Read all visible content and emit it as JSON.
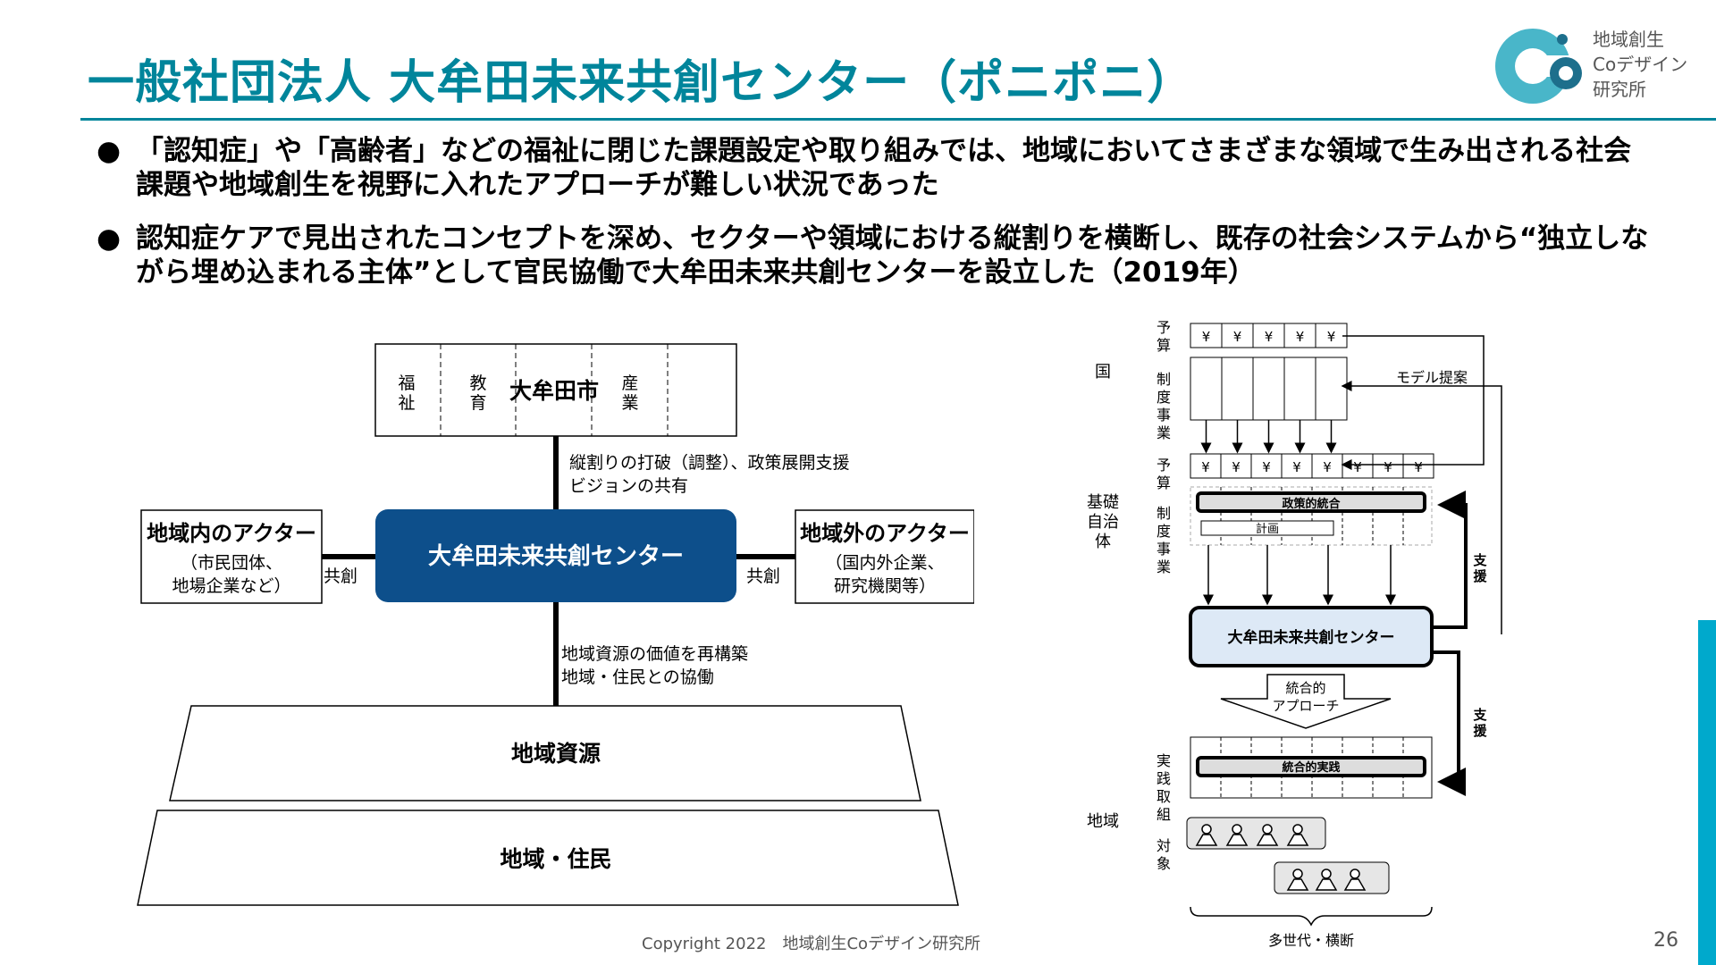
{
  "header": {
    "title": "一般社団法人 大牟田未来共創センター（ポニポニ）",
    "logo_lines": [
      "地域創生",
      "Coデザイン",
      "研究所"
    ]
  },
  "bullets": [
    {
      "lines": [
        "「認知症」や「高齢者」などの福祉に閉じた課題設定や取り組みでは、地域においてさまざまな領域で生み出される社会",
        "課題や地域創生を視野に入れたアプローチが難しい状況であった"
      ]
    },
    {
      "lines": [
        "認知症ケアで見出されたコンセプトを深め、セクターや領域における縦割りを横断し、既存の社会システムから“独立しな",
        "がら埋め込まれる主体”として官民協働で大牟田未来共創センターを設立した（2019年）"
      ]
    }
  ],
  "left_diagram": {
    "city_box": {
      "label": "大牟田市",
      "sectors": [
        "福祉",
        "教育",
        "産業"
      ]
    },
    "top_link": [
      "縦割りの打破（調整）、政策展開支援",
      "ビジョンの共有"
    ],
    "center": "大牟田未来共創センター",
    "left_actor": {
      "title": "地域内のアクター",
      "sub": [
        "（市民団体、",
        "地場企業など）"
      ],
      "link": "共創"
    },
    "right_actor": {
      "title": "地域外のアクター",
      "sub": [
        "（国内外企業、",
        "研究機関等）"
      ],
      "link": "共創"
    },
    "bottom_link": [
      "地域資源の価値を再構築",
      "地域・住民との協働"
    ],
    "resources": "地域資源",
    "residents": "地域・住民"
  },
  "right_diagram": {
    "levels": {
      "country": "国",
      "municipality": [
        "基礎",
        "自治",
        "体"
      ],
      "region": "地域"
    },
    "labels": {
      "budget": [
        "予",
        "算"
      ],
      "system": [
        "制",
        "度",
        "事",
        "業"
      ],
      "practice": [
        "実",
        "践",
        "取",
        "組"
      ],
      "target": [
        "対",
        "象"
      ]
    },
    "yen": "¥",
    "model_proposal": "モデル提案",
    "policy_integration": "政策的統合",
    "plan": "計画",
    "center": "大牟田未来共創センター",
    "approach": [
      "統合的",
      "アプローチ"
    ],
    "practice_box": "統合的実践",
    "support": [
      "支",
      "援"
    ],
    "multigen": "多世代・横断"
  },
  "footer": {
    "copyright": "Copyright 2022　地域創生Coデザイン研究所",
    "page": "26"
  },
  "colors": {
    "teal": "#00859b",
    "navy": "#0d4f8b",
    "light_blue": "#dde9f6",
    "accent": "#00a9cc"
  }
}
